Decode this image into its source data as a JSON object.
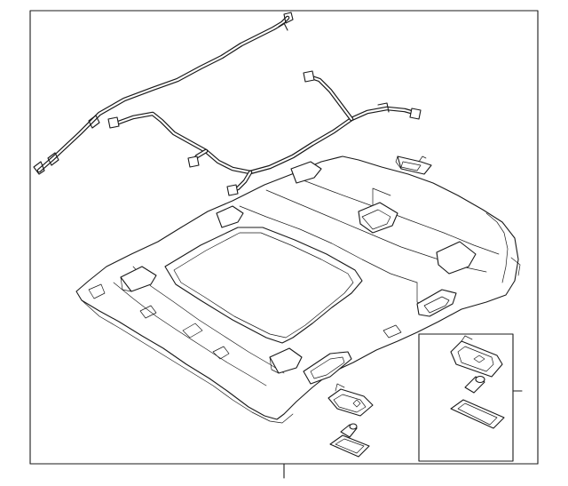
{
  "diagram": {
    "type": "parts-exploded-view",
    "colors": {
      "line": "#1a1a1a",
      "background": "#ffffff"
    },
    "parts": [
      {
        "id": "headliner",
        "icon": "headliner-panel"
      },
      {
        "id": "wire-harness-front",
        "icon": "wire-harness"
      },
      {
        "id": "wire-harness-rear",
        "icon": "wire-harness"
      },
      {
        "id": "upper-lamp",
        "icon": "dome-lamp"
      },
      {
        "id": "map-lamp",
        "icon": "map-lamp"
      },
      {
        "id": "bulb",
        "icon": "bulb"
      },
      {
        "id": "lens",
        "icon": "lens"
      },
      {
        "id": "inset-lamp-housing",
        "icon": "lamp-housing"
      },
      {
        "id": "inset-bulb",
        "icon": "bulb"
      },
      {
        "id": "inset-lens",
        "icon": "lens"
      }
    ]
  }
}
